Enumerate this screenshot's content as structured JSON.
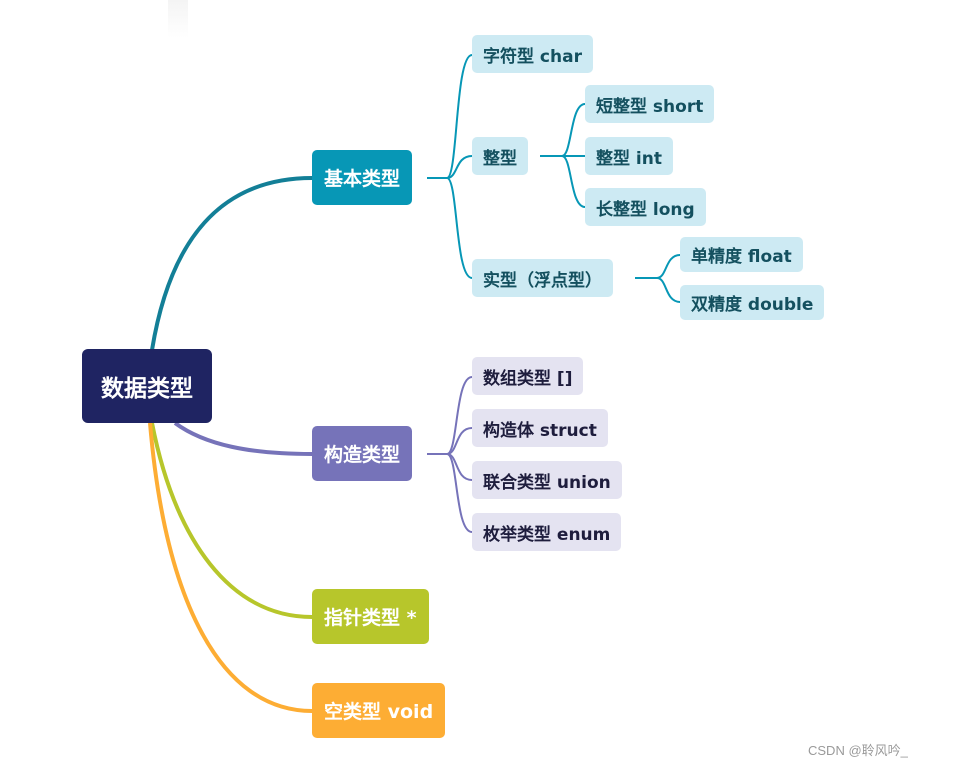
{
  "colors": {
    "root": "#1f2462",
    "basic": "#0797b6",
    "basic_line": "#137f97",
    "construct": "#7673b9",
    "pointer": "#b7c62b",
    "void": "#fdad34",
    "teal_leaf_bg": "#cdeaf3",
    "purple_leaf_bg": "#e4e3f1"
  },
  "mindmap": {
    "root": {
      "label": "数据类型"
    },
    "branches": [
      {
        "label": "基本类型",
        "children": [
          {
            "label": "字符型 char"
          },
          {
            "label": "整型",
            "children": [
              {
                "label": "短整型 short"
              },
              {
                "label": "整型 int"
              },
              {
                "label": "长整型 long"
              }
            ]
          },
          {
            "label": "实型（浮点型）",
            "children": [
              {
                "label": "单精度 float"
              },
              {
                "label": "双精度 double"
              }
            ]
          }
        ]
      },
      {
        "label": "构造类型",
        "children": [
          {
            "label": "数组类型 []"
          },
          {
            "label": "构造体 struct"
          },
          {
            "label": "联合类型 union"
          },
          {
            "label": "枚举类型 enum"
          }
        ]
      },
      {
        "label": "指针类型 *"
      },
      {
        "label": "空类型 void"
      }
    ]
  },
  "watermark": "CSDN @聆风吟_"
}
